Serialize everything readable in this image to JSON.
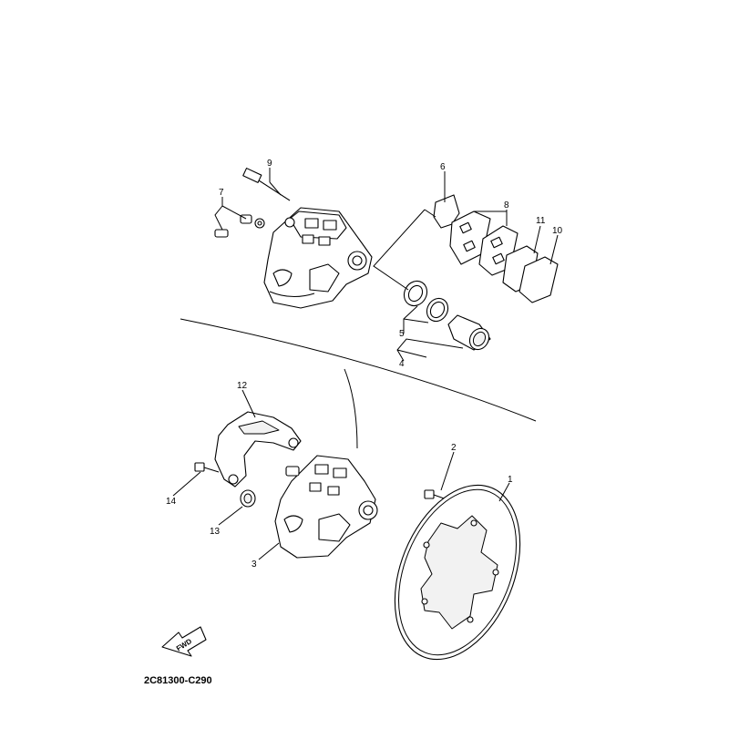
{
  "diagram": {
    "code": "2C81300-C290",
    "fwd_label": "FWD",
    "callouts": {
      "c1": "1",
      "c2": "2",
      "c3": "3",
      "c4": "4",
      "c5": "5",
      "c6": "6",
      "c7": "7",
      "c8": "8",
      "c9": "9",
      "c10": "10",
      "c11": "11",
      "c12": "12",
      "c13": "13",
      "c14": "14"
    }
  }
}
